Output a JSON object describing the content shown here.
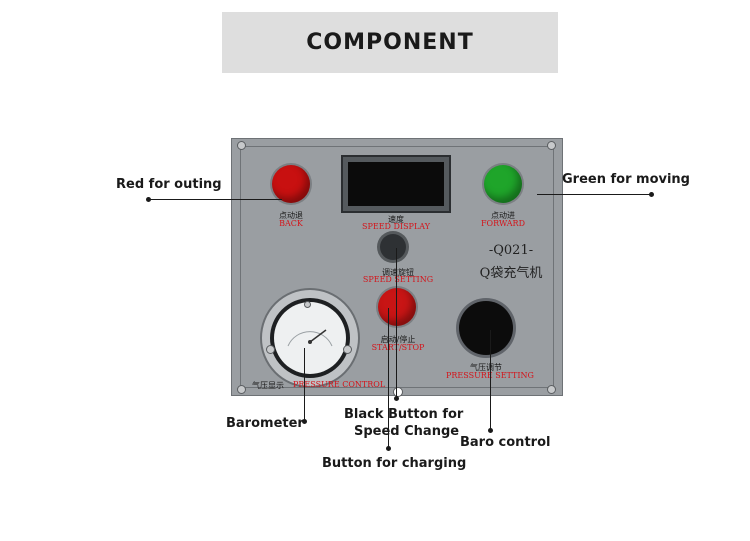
{
  "title": "COMPONENT",
  "panel": {
    "back_cn": "点动退",
    "back_en": "BACK",
    "forward_cn": "点动进",
    "forward_en": "FORWARD",
    "speed_display_cn": "速度",
    "speed_display_en": "SPEED DISPLAY",
    "model_code": "-Q021-",
    "model_name": "Q袋充气机",
    "speed_setting_cn": "调速旋钮",
    "speed_setting_en": "SPEED SETTING",
    "start_stop_cn": "启动/停止",
    "start_stop_en": "START/STOP",
    "pressure_control_cn": "气压显示",
    "pressure_control_en": "PRESSURE CONTROL",
    "pressure_setting_cn": "气压调节",
    "pressure_setting_en": "PRESSURE SETTING"
  },
  "callouts": {
    "red": "Red for outing",
    "green": "Green for moving",
    "barometer": "Barometer",
    "black_button_line1": "Black Button for",
    "black_button_line2": "Speed Change",
    "baro_control": "Baro control",
    "charging": "Button for charging"
  },
  "colors": {
    "red_lamp": "#c81010",
    "green_lamp": "#1fa52a",
    "panel": "#9a9ea2",
    "label_red": "#d4141a"
  }
}
